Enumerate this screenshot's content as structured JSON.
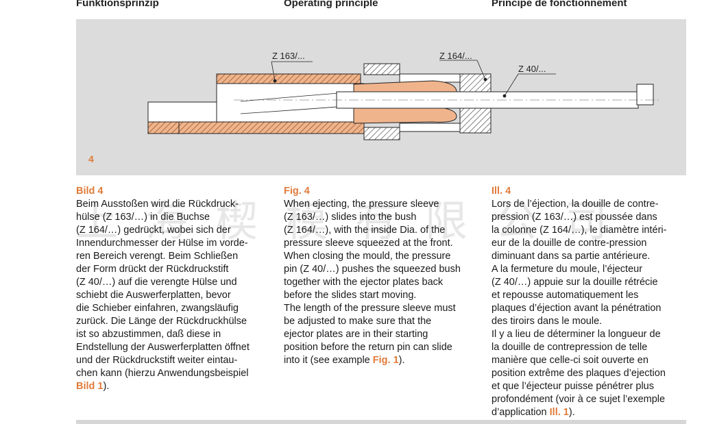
{
  "headers": {
    "de": "Funktionsprinzip",
    "en": "Operating principle",
    "fr": "Principe de fonctionnement"
  },
  "figure": {
    "number": "4",
    "callout_z163": "Z 163/...",
    "callout_z164": "Z 164/...",
    "callout_z40": "Z 40/..."
  },
  "colors": {
    "accent": "#e07b39",
    "panel": "#dcdcdc",
    "part": "#f0b48c"
  },
  "german": {
    "caption": "Bild 4",
    "lines": [
      "Beim Ausstoßen wird die Rückdruck-",
      "hülse (Z 163/…) in die Buchse",
      "(Z 164/…) gedrückt, wobei sich der",
      "Innendurchmesser der Hülse im vorde-",
      "ren Bereich verengt. Beim Schließen",
      "der Form drückt der Rückdruckstift",
      "(Z 40/…) auf die verengte Hülse und",
      "schiebt die Auswerferplatten, bevor",
      "die Schieber einfahren, zwangsläufig",
      "zurück. Die Länge der Rückdruckhülse",
      "ist so abzustimmen, daß diese in",
      "Endstellung der Auswerferplatten öffnet",
      "und der Rückdruckstift weiter eintau-",
      "chen kann (hierzu Anwendungsbeispiel"
    ],
    "ref": "Bild 1",
    "ref_tail": ")."
  },
  "english": {
    "caption": "Fig. 4",
    "lines": [
      "When ejecting, the pressure sleeve",
      "(Z 163/…) slides into the bush",
      "(Z 164/…), with the inside Dia. of the",
      "pressure sleeve squeezed at the front.",
      "When closing the mould, the pressure",
      "pin (Z 40/…) pushes the squeezed bush",
      "together with the ejector plates back",
      "before the slides start moving.",
      "The length of the pressure sleeve must",
      "be adjusted to make sure that the",
      "ejector plates are in their starting",
      "position before the return pin can slide"
    ],
    "last_pre": "into it (see example ",
    "ref": "Fig. 1",
    "ref_tail": ")."
  },
  "french": {
    "caption": "Ill. 4",
    "lines": [
      "Lors de l’éjection, la douille de contre-",
      "pression (Z 163/…) est poussée dans",
      "la colonne (Z 164/…), le diamètre intéri-",
      "eur de la douille de contre-pression",
      "diminuant dans sa partie antérieure.",
      "A la fermeture du moule, l’éjecteur",
      "(Z 40/…) appuie sur la douille rétrécie",
      "et repousse automatiquement les",
      "plaques d’éjection avant la pénétration",
      "des tiroirs dans le moule.",
      "Il y a lieu de déterminer la longueur de",
      "la douille de contrepression de telle",
      "manière que celle-ci soit ouverte en",
      "position extrême des plaques d’ejection",
      "et que l’éjecteur puisse pénétrer plus",
      "profondément (voir à ce sujet l’exemple"
    ],
    "last_pre": "d’application ",
    "ref": "Ill. 1",
    "ref_tail": ")."
  }
}
